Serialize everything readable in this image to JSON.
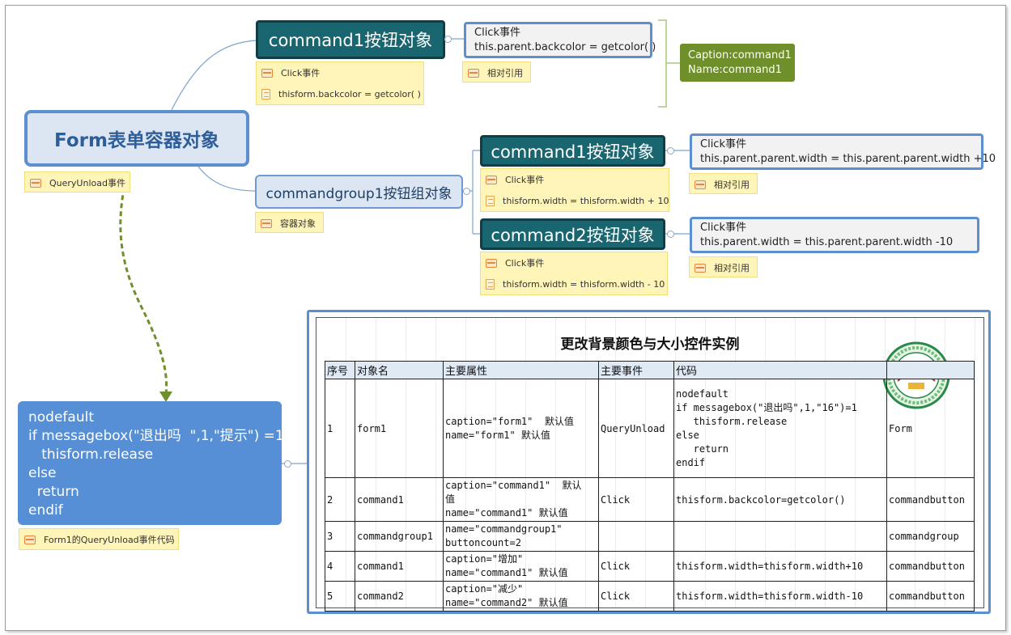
{
  "root": {
    "label": "Form表单容器对象",
    "note": "QueryUnload事件"
  },
  "top_command": {
    "label": "command1按钮对象",
    "notes": [
      "Click事件",
      "thisform.backcolor = getcolor( )"
    ],
    "code": [
      "Click事件",
      "this.parent.backcolor = getcolor( )"
    ],
    "code_note": "相对引用",
    "caption_lines": [
      "Caption:command1",
      "Name:command1"
    ]
  },
  "group": {
    "label": "commandgroup1按钮组对象",
    "note": "容器对象",
    "command1": {
      "label": "command1按钮对象",
      "notes": [
        "Click事件",
        "thisform.width = thisform.width + 10"
      ],
      "code": [
        "Click事件",
        "this.parent.parent.width = this.parent.parent.width +10"
      ],
      "code_note": "相对引用"
    },
    "command2": {
      "label": "command2按钮对象",
      "notes": [
        "Click事件",
        "thisform.width = thisform.width - 10"
      ],
      "code": [
        "Click事件",
        "this.parent.width = this.parent.parent.width -10"
      ],
      "code_note": "相对引用"
    }
  },
  "queryunload_code": {
    "text": "nodefault\nif messagebox(\"退出吗  \",1,\"提示\") =1\n   thisform.release\nelse\n  return\nendif",
    "note": "Form1的QueryUnload事件代码"
  },
  "table": {
    "title": "更改背景颜色与大小控件实例",
    "headers": [
      "序号",
      "对象名",
      "主要属性",
      "主要事件",
      "代码",
      ""
    ],
    "rows": [
      {
        "no": "1",
        "name": "form1",
        "props": "caption=\"form1\"  默认值\nname=\"form1\" 默认值",
        "event": "QueryUnload",
        "code": "nodefault\nif messagebox(\"退出吗\",1,\"16\")=1\n   thisform.release\nelse\n   return\nendif",
        "cls": "Form"
      },
      {
        "no": "2",
        "name": "command1",
        "props": "caption=\"command1\"  默认\n值\nname=\"command1\" 默认值",
        "event": "Click",
        "code": "thisform.backcolor=getcolor()",
        "cls": "commandbutton"
      },
      {
        "no": "3",
        "name": "commandgroup1",
        "props": "name=\"commandgroup1\"\nbuttoncount=2",
        "event": "",
        "code": "",
        "cls": "commandgroup"
      },
      {
        "no": "4",
        "name": "command1",
        "props": "caption=\"增加\"\nname=\"command1\" 默认值",
        "event": "Click",
        "code": "thisform.width=thisform.width+10",
        "cls": "commandbutton"
      },
      {
        "no": "5",
        "name": "command2",
        "props": "caption=\"减少\"\nname=\"command2\" 默认值",
        "event": "Click",
        "code": "thisform.width=thisform.width-10",
        "cls": "commandbutton"
      }
    ]
  },
  "colors": {
    "root_border": "#5b8fd0",
    "command_fill": "#1a6670",
    "note_fill": "#fff5b8",
    "caption_fill": "#6f8f2b",
    "code_fill": "#568fd5"
  }
}
